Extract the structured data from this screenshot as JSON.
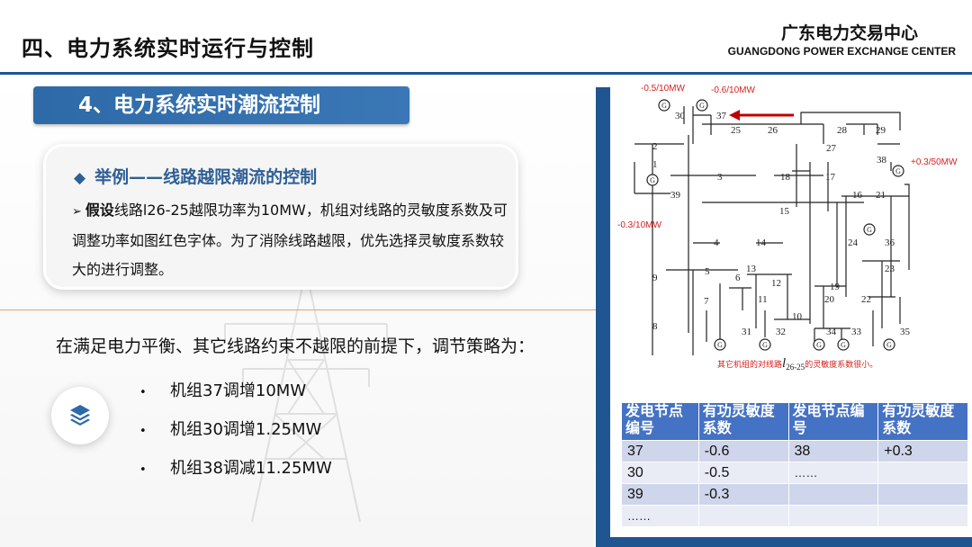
{
  "header": {
    "page_title": "四、电力系统实时运行与控制",
    "org_cn": "广东电力交易中心",
    "org_en": "GUANGDONG POWER EXCHANGE CENTER"
  },
  "section": {
    "title": "4、电力系统实时潮流控制"
  },
  "example": {
    "heading": "举例——线路越限潮流的控制",
    "diamond": "◆",
    "arrow": "➢",
    "bold_lead": "假设",
    "body": "线路l26-25越限功率为10MW，机组对线路的灵敏度系数及可调整功率如图红色字体。为了消除线路越限，优先选择灵敏度系数较大的进行调整。"
  },
  "strategy": {
    "intro": "在满足电力平衡、其它线路约束不越限的前提下，调节策略为：",
    "bullet_char": "•",
    "items": [
      "机组37调增10MW",
      "机组30调增1.25MW",
      "机组38调减11.25MW"
    ]
  },
  "diagram": {
    "annotations": {
      "g30": "-0.5/10MW",
      "g37": "-0.6/10MW",
      "g38": "+0.3/50MW",
      "g39": "-0.3/10MW",
      "caption_pre": "其它机组的对线路",
      "caption_l": "l",
      "caption_sub": "26-25",
      "caption_post": "的灵敏度系数很小。"
    },
    "colors": {
      "annotation": "#d62020",
      "line": "#222222",
      "arrow": "#c00000"
    }
  },
  "table": {
    "headers": [
      "发电节点编号",
      "有功灵敏度系数",
      "发电节点编号",
      "有功灵敏度系数"
    ],
    "rows": [
      [
        "37",
        "-0.6",
        "38",
        "+0.3"
      ],
      [
        "30",
        "-0.5",
        "……",
        ""
      ],
      [
        "39",
        "-0.3",
        "",
        ""
      ],
      [
        "……",
        "",
        "",
        ""
      ]
    ],
    "header_color": "#4472c4"
  }
}
